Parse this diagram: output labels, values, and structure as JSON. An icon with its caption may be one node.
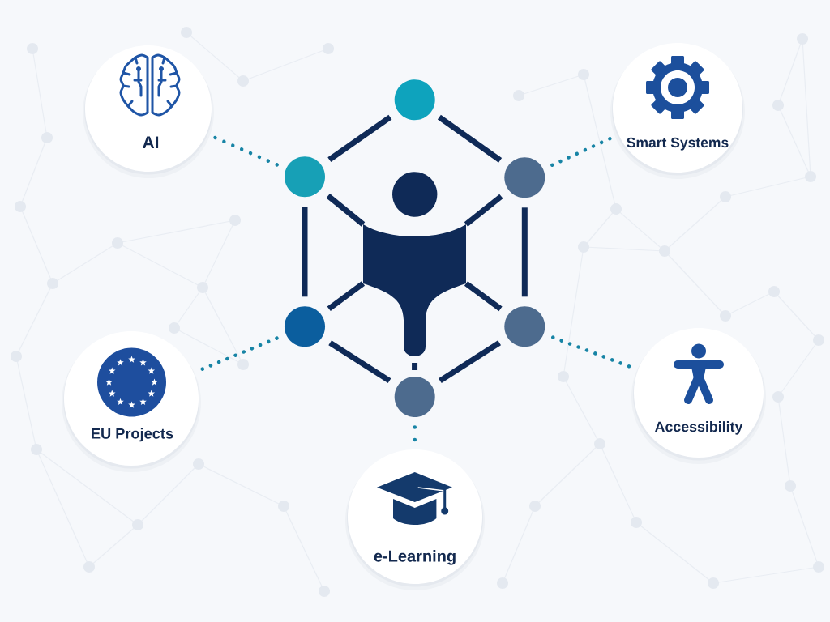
{
  "diagram": {
    "nodes": [
      {
        "text": [
          "AI"
        ]
      },
      {
        "text": [
          "Smart Systems"
        ]
      },
      {
        "text": [
          "EU Projects"
        ]
      },
      {
        "text": [
          "Accessibility"
        ]
      },
      {
        "text": [
          "e-Learning"
        ]
      },
      {
        "text": [],
        "shape": "circle"
      },
      {
        "text": [],
        "shape": "circle"
      },
      {
        "text": [],
        "shape": "circle"
      },
      {
        "text": [],
        "shape": "circle"
      },
      {
        "text": [],
        "shape": "circle"
      },
      {
        "text": [],
        "shape": "circle"
      },
      {
        "text": [],
        "shape": "person"
      }
    ],
    "edges": [
      {
        "from": 5,
        "to": 6,
        "arrow": "none"
      },
      {
        "from": 5,
        "to": 7,
        "arrow": "none"
      },
      {
        "from": 6,
        "to": 8,
        "arrow": "none"
      },
      {
        "from": 7,
        "to": 9,
        "arrow": "none"
      },
      {
        "from": 8,
        "to": 10,
        "arrow": "none"
      },
      {
        "from": 9,
        "to": 10,
        "arrow": "none"
      },
      {
        "from": 11,
        "to": 6,
        "arrow": "none"
      },
      {
        "from": 11,
        "to": 7,
        "arrow": "none"
      },
      {
        "from": 11,
        "to": 8,
        "arrow": "none"
      },
      {
        "from": 11,
        "to": 9,
        "arrow": "none"
      },
      {
        "from": 11,
        "to": 10,
        "arrow": "none"
      },
      {
        "from": 0,
        "to": 6,
        "arrow": "none",
        "style": "dashed",
        "color": "#1784a5"
      },
      {
        "from": 1,
        "to": 7,
        "arrow": "none",
        "style": "dashed",
        "color": "#1784a5"
      },
      {
        "from": 2,
        "to": 8,
        "arrow": "none",
        "style": "dashed",
        "color": "#1784a5"
      },
      {
        "from": 3,
        "to": 9,
        "arrow": "none",
        "style": "dashed",
        "color": "#1784a5"
      },
      {
        "from": 4,
        "to": 10,
        "arrow": "none",
        "style": "dashed",
        "color": "#1784a5"
      }
    ]
  }
}
